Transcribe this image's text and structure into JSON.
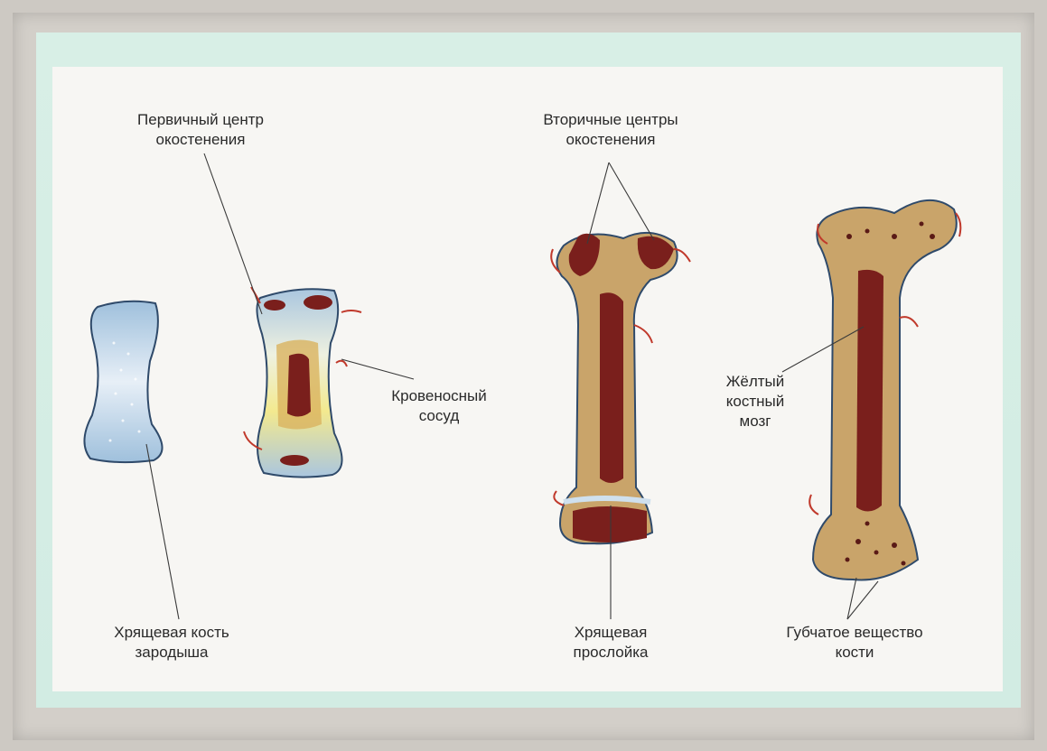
{
  "labels": {
    "primary_center_l1": "Первичный центр",
    "primary_center_l2": "окостенения",
    "secondary_centers_l1": "Вторичные центры",
    "secondary_centers_l2": "окостенения",
    "blood_vessel_l1": "Кровеносный",
    "blood_vessel_l2": "сосуд",
    "yellow_marrow_l1": "Жёлтый",
    "yellow_marrow_l2": "костный",
    "yellow_marrow_l3": "мозг",
    "cartilage_bone_l1": "Хрящевая кость",
    "cartilage_bone_l2": "зародыша",
    "cartilage_layer_l1": "Хрящевая",
    "cartilage_layer_l2": "прослойка",
    "spongy_l1": "Губчатое вещество",
    "spongy_l2": "кости"
  },
  "colors": {
    "cartilage": "#b7cfe4",
    "bone": "#c9a46a",
    "marrow": "#7a1f1c",
    "yellow_marrow": "#f1e38c",
    "vessel": "#c0392b"
  }
}
